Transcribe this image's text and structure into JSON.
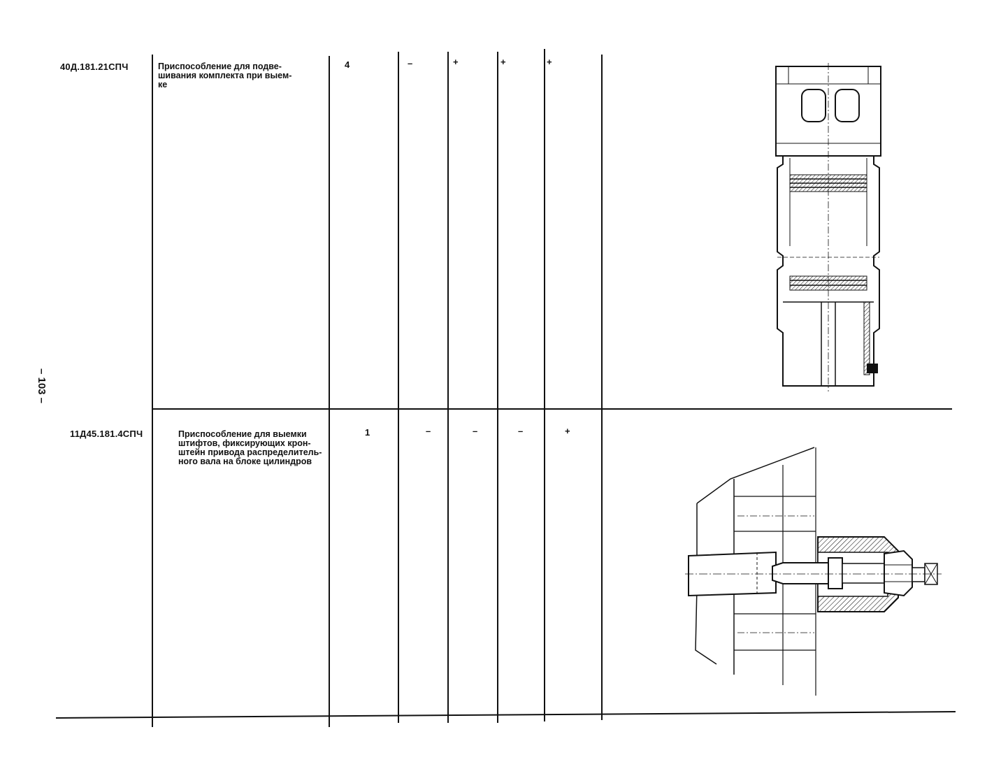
{
  "page": {
    "number": "– 103 –"
  },
  "rows": [
    {
      "code": "40Д.181.21СПЧ",
      "name_lines": [
        "Приспособление для подве-",
        "шивания комплекта при выем-",
        "ке"
      ],
      "qty": "4",
      "marks": [
        "–",
        "+",
        "+",
        "+"
      ]
    },
    {
      "code": "11Д45.181.4СПЧ",
      "name_lines": [
        "Приспособление для выемки",
        "штифтов, фиксирующих крон-",
        "штейн привода распределитель-",
        "ного вала на блоке цилиндров"
      ],
      "qty": "1",
      "marks": [
        "–",
        "–",
        "–",
        "+"
      ]
    }
  ]
}
